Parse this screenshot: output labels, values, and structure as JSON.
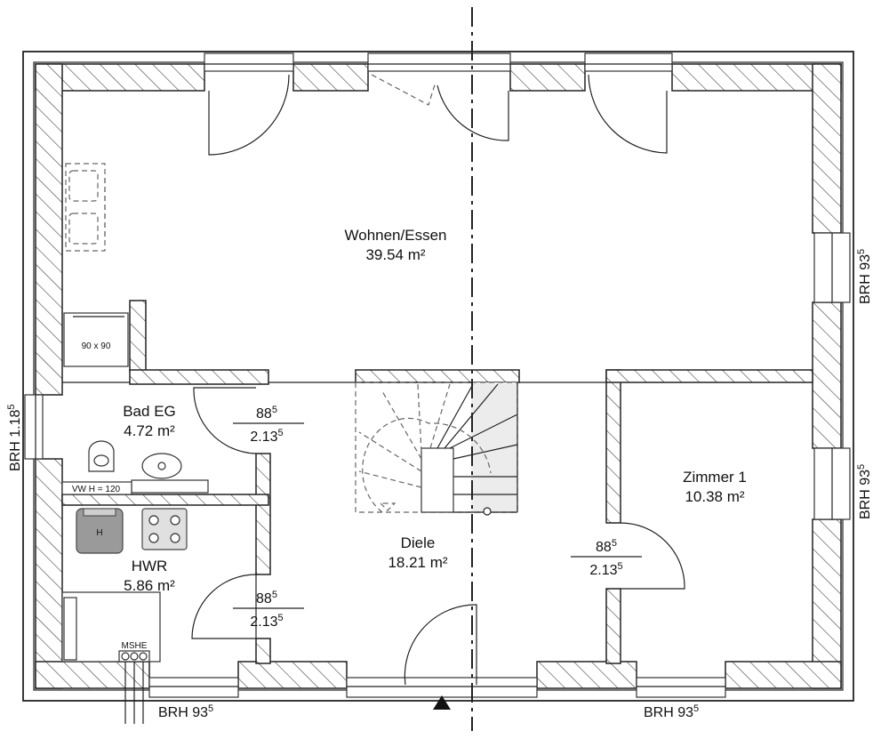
{
  "rooms": {
    "wohnen": {
      "name": "Wohnen/Essen",
      "area": "39.54 m²"
    },
    "bad": {
      "name": "Bad EG",
      "area": "4.72 m²"
    },
    "hwr": {
      "name": "HWR",
      "area": "5.86 m²"
    },
    "diele": {
      "name": "Diele",
      "area": "18.21 m²"
    },
    "zimmer": {
      "name": "Zimmer 1",
      "area": "10.38 m²"
    }
  },
  "doors": {
    "bad": {
      "width": "88",
      "width_sup": "5",
      "height": "2.13",
      "height_sup": "5"
    },
    "hwr": {
      "width": "88",
      "width_sup": "5",
      "height": "2.13",
      "height_sup": "5"
    },
    "zimmer": {
      "width": "88",
      "width_sup": "5",
      "height": "2.13",
      "height_sup": "5"
    }
  },
  "window_labels": {
    "bottom_left": {
      "text": "BRH 93",
      "sup": "5"
    },
    "bottom_right": {
      "text": "BRH 93",
      "sup": "5"
    },
    "right_top": {
      "text": "BRH 93",
      "sup": "5"
    },
    "right_mid": {
      "text": "BRH 93",
      "sup": "5"
    },
    "left": {
      "text": "BRH 1.18",
      "sup": "5"
    }
  },
  "fixtures": {
    "shower_label": "90 x 90",
    "vw_label": "VW H = 120",
    "heater_label": "H",
    "mshe_label": "MSHE"
  }
}
